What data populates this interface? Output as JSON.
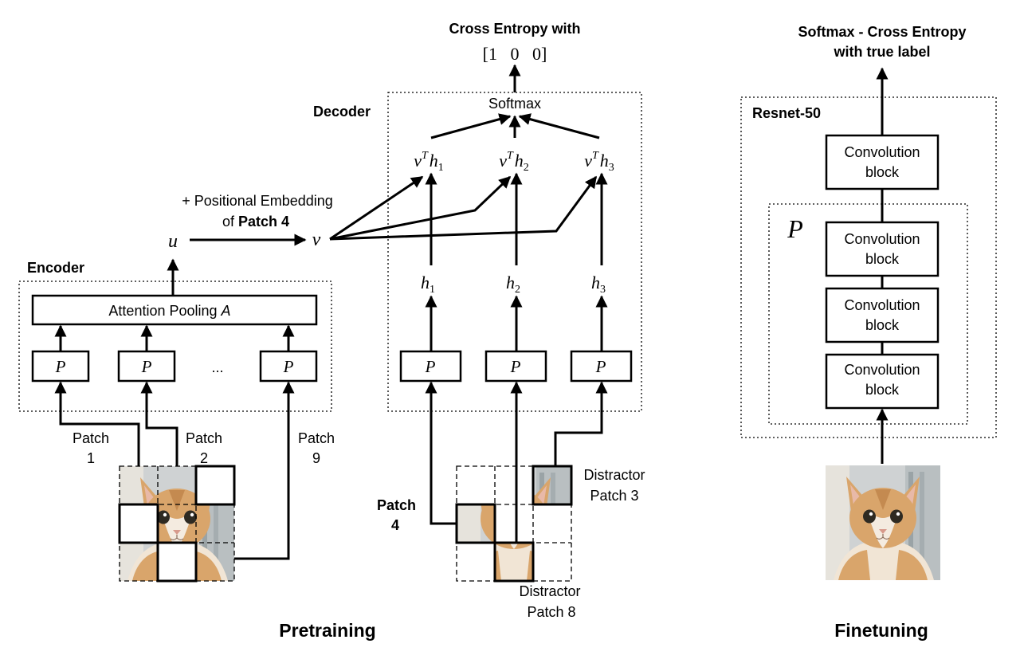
{
  "pretraining": {
    "section_title": "Pretraining",
    "encoder": {
      "label": "Encoder",
      "attention_pooling": "Attention Pooling",
      "attention_symbol": "A",
      "p_symbol": "P",
      "ellipsis": "...",
      "patch_labels": [
        {
          "top": "Patch",
          "bottom": "1"
        },
        {
          "top": "Patch",
          "bottom": "2"
        },
        {
          "top": "Patch",
          "bottom": "9"
        }
      ]
    },
    "positional": {
      "line1": "+ Positional Embedding",
      "line2_prefix": "of ",
      "line2_bold": "Patch 4",
      "u_symbol": "u",
      "v_symbol": "v"
    },
    "decoder": {
      "label": "Decoder",
      "softmax": "Softmax",
      "output_title": "Cross Entropy with",
      "target_vector": "[1   0   0]",
      "p_symbol": "P",
      "dot_v": "v",
      "dot_T": "T",
      "dot_h": "h",
      "h_symbol": "h",
      "subscripts": [
        "1",
        "2",
        "3"
      ],
      "patch4_top": "Patch",
      "patch4_bottom": "4",
      "distractor3_top": "Distractor",
      "distractor3_bottom": "Patch 3",
      "distractor8_top": "Distractor",
      "distractor8_bottom": "Patch 8"
    }
  },
  "finetuning": {
    "section_title": "Finetuning",
    "output_line1": "Softmax - Cross Entropy",
    "output_line2": "with true label",
    "resnet_label": "Resnet-50",
    "p_symbol": "P",
    "conv_blocks": [
      {
        "top": "Convolution",
        "bottom": "block"
      },
      {
        "top": "Convolution",
        "bottom": "block"
      },
      {
        "top": "Convolution",
        "bottom": "block"
      },
      {
        "top": "Convolution",
        "bottom": "block"
      }
    ]
  },
  "colors": {
    "fur_orange": "#d9a56b",
    "fur_light": "#efd9bf",
    "background_grey": "#c9cdd0",
    "eye_dark": "#2e2a22",
    "nose_pink": "#d79a8c"
  },
  "icons": [
    "kitten-photo-icon"
  ]
}
